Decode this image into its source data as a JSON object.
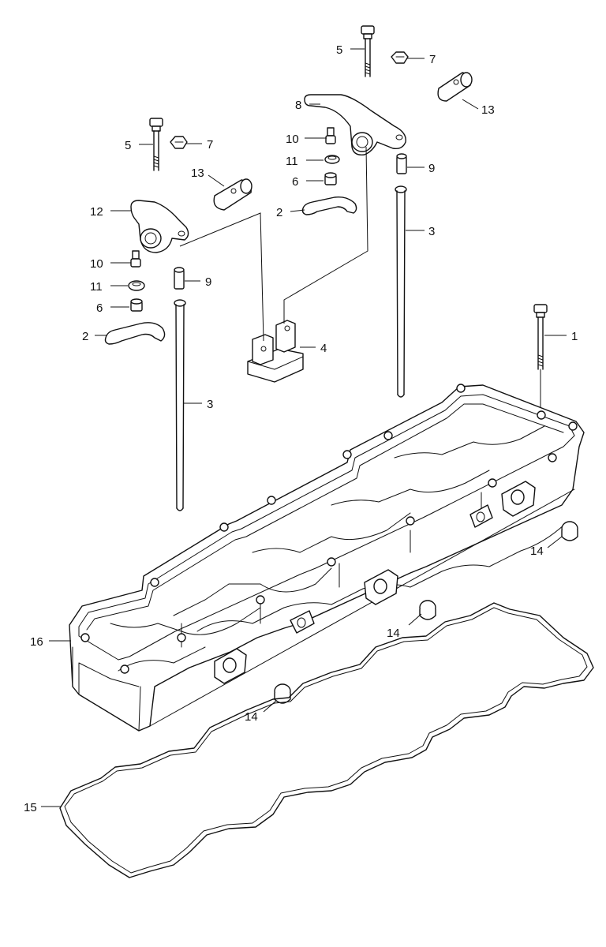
{
  "callouts": {
    "c1": "1",
    "c2a": "2",
    "c2b": "2",
    "c3a": "3",
    "c3b": "3",
    "c4": "4",
    "c5a": "5",
    "c5b": "5",
    "c6a": "6",
    "c6b": "6",
    "c7a": "7",
    "c7b": "7",
    "c8": "8",
    "c9a": "9",
    "c9b": "9",
    "c10a": "10",
    "c10b": "10",
    "c11a": "11",
    "c11b": "11",
    "c12": "12",
    "c13a": "13",
    "c13b": "13",
    "c14a": "14",
    "c14b": "14",
    "c14c": "14",
    "c15": "15",
    "c16": "16"
  },
  "icons": {
    "bolt": "bolt-icon",
    "nut": "hex-nut-icon",
    "rocker": "rocker-arm-icon",
    "pushrod": "push-rod-icon",
    "gasket": "gasket-icon",
    "cover": "valve-cover-icon"
  }
}
